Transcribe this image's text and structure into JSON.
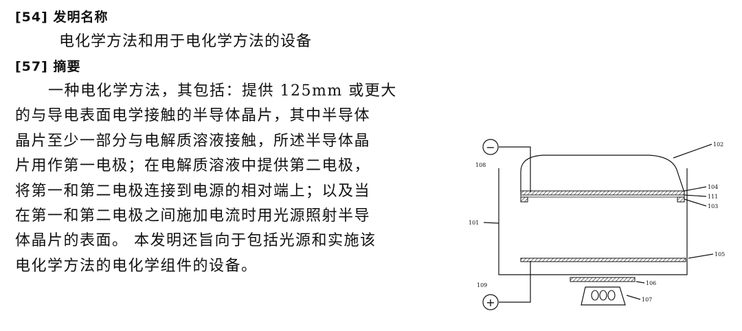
{
  "section54": {
    "code": "[54]",
    "label": "发明名称"
  },
  "invention_title": "电化学方法和用于电化学方法的设备",
  "section57": {
    "code": "[57]",
    "label": "摘要"
  },
  "abstract_lines": [
    "一种电化学方法，其包括：提供 125mm 或更大",
    "的与导电表面电学接触的半导体晶片，其中半导体",
    "晶片至少一部分与电解质溶液接触，所述半导体晶",
    "片用作第一电极；在电解质溶液中提供第二电极，",
    "将第一和第二电极连接到电源的相对端上；以及当",
    "在第一和第二电极之间施加电流时用光源照射半导",
    "体晶片的表面。 本发明还旨向于包括光源和实施该",
    "电化学方法的电化学组件的设备。"
  ],
  "figure": {
    "labels": {
      "l101": "101",
      "l102": "102",
      "l103": "103",
      "l104": "104",
      "l105": "105",
      "l106": "106",
      "l107": "107",
      "l108": "108",
      "l109": "109",
      "l111": "111"
    },
    "minus_sign": "−",
    "plus_sign": "+"
  }
}
